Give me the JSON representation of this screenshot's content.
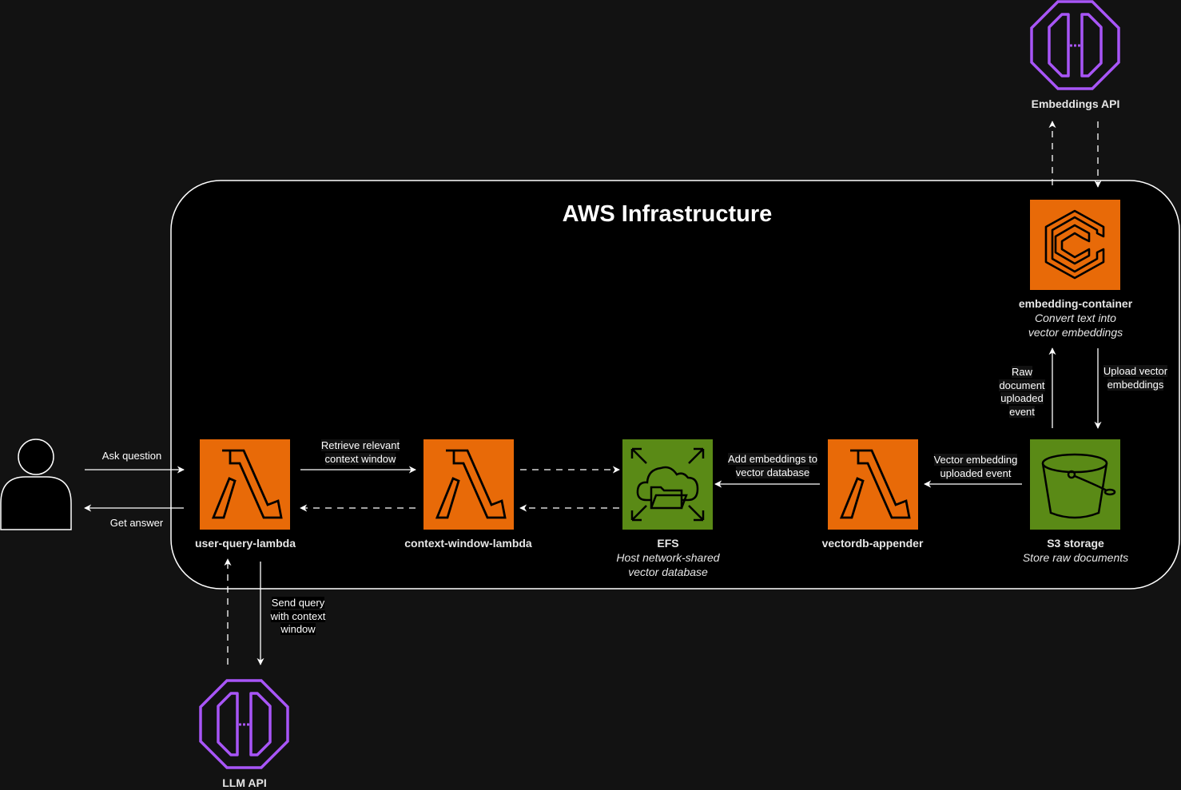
{
  "title": "AWS Infrastructure",
  "colors": {
    "background": "#121212",
    "compute": "#e86a08",
    "storage": "#5a8a16",
    "external": "#a855f7",
    "line": "#ffffff"
  },
  "nodes": {
    "user_query_lambda": {
      "name": "user-query-lambda",
      "icon": "lambda-icon"
    },
    "context_window_lambda": {
      "name": "context-window-lambda",
      "icon": "lambda-icon"
    },
    "efs": {
      "name": "EFS",
      "description": "Host network-shared vector database",
      "icon": "efs-icon"
    },
    "vectordb_appender": {
      "name": "vectordb-appender",
      "icon": "lambda-icon"
    },
    "s3_storage": {
      "name": "S3 storage",
      "description": "Store raw documents",
      "icon": "s3-bucket-icon"
    },
    "embedding_container": {
      "name": "embedding-container",
      "description": "Convert text into vector embeddings",
      "icon": "ecs-container-icon"
    },
    "embeddings_api": {
      "name": "Embeddings API",
      "icon": "api-endpoint-icon"
    },
    "llm_api": {
      "name": "LLM API",
      "icon": "api-endpoint-icon"
    },
    "user": {
      "icon": "user-icon"
    }
  },
  "edges": {
    "ask_question": "Ask question",
    "get_answer": "Get answer",
    "retrieve_context": "Retrieve relevant context window",
    "add_embeddings": "Add embeddings to vector database",
    "vector_embedding_event": "Vector embedding uploaded event",
    "raw_document_event": "Raw document uploaded event",
    "upload_vector_embeddings": "Upload vector embeddings",
    "send_query": "Send query with context window"
  }
}
